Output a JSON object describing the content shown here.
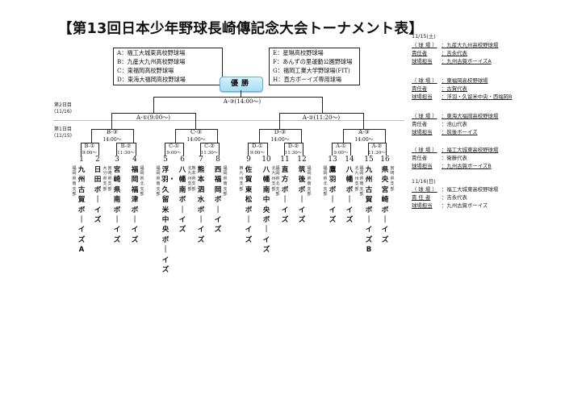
{
  "title": "【第13回日本少年野球長崎傳記念大会トーナメント表】",
  "venues_left": [
    "A：福工大城東高校野球場",
    "B：九産大九州高校野球場",
    "C：東福岡高校野球場",
    "D：東海大福岡高校野球場"
  ],
  "venues_right": [
    "E：星琳高校野球場",
    "F：あんずの里運動公園野球場",
    "G：福岡工業大学野球場(FIT)",
    "H：直方ボーイズ専用球場"
  ],
  "champion_label": "優勝",
  "days": {
    "day2": {
      "label": "第2日目",
      "date": "(11/16)"
    },
    "day1": {
      "label": "第1日目",
      "date": "(11/15)"
    }
  },
  "bracket": {
    "final": "A-③(14:00〜)",
    "semis": [
      "A-①(9:00〜)",
      "A-②(11:20〜)"
    ],
    "quarters": [
      {
        "code": "B-③",
        "time": "14:00〜"
      },
      {
        "code": "C-③",
        "time": "14:00〜"
      },
      {
        "code": "D-③",
        "time": "14:00〜"
      },
      {
        "code": "A-③",
        "time": "14:00〜"
      }
    ],
    "round1": [
      {
        "code": "B-①",
        "time": "9:00〜"
      },
      {
        "code": "B-②",
        "time": "11:30〜"
      },
      {
        "code": "C-①",
        "time": "9:00〜"
      },
      {
        "code": "C-②",
        "time": "11:30〜"
      },
      {
        "code": "D-①",
        "time": "9:00〜"
      },
      {
        "code": "D-②",
        "time": "11:30〜"
      },
      {
        "code": "A-①",
        "time": "9:00〜"
      },
      {
        "code": "A-②",
        "time": "11:30〜"
      }
    ]
  },
  "teams": [
    {
      "no": "1",
      "name": "九州古賀ボーイズA",
      "region": "福岡県南支部",
      "region_side": "left"
    },
    {
      "no": "2",
      "name": "日田ボーイズ",
      "region": "大分県支部",
      "region_side": "right"
    },
    {
      "no": "3",
      "name": "宮崎県南ボーイズ",
      "region": "宮崎県支部",
      "region_side": "left"
    },
    {
      "no": "4",
      "name": "福岡福津ボーイズ",
      "region": "福岡県北支部",
      "region_side": "right"
    },
    {
      "no": "5",
      "name": "浮羽・久留米中央ボーイズ",
      "region": "福岡県南支部",
      "region_side": "left"
    },
    {
      "no": "6",
      "name": "八幡南ボーイズ",
      "region": "北九州支部",
      "region_side": "right"
    },
    {
      "no": "7",
      "name": "熊本泗水ボーイズ",
      "region": "熊本県支部",
      "region_side": "left"
    },
    {
      "no": "8",
      "name": "西福岡ボーイズ",
      "region": "福岡県南支部",
      "region_side": "right"
    },
    {
      "no": "9",
      "name": "佐賀東松ボーイズ",
      "region": "西九州支部",
      "region_side": "left"
    },
    {
      "no": "10",
      "name": "八幡南中央ボーイズ",
      "region": "北九州支部",
      "region_side": "right"
    },
    {
      "no": "11",
      "name": "直方ボーイズ",
      "region": "福岡県北支部",
      "region_side": "left"
    },
    {
      "no": "12",
      "name": "筑後ボーイズ",
      "region": "福岡県南支部",
      "region_side": "right"
    },
    {
      "no": "13",
      "name": "鷹羽ボーイズ",
      "region": "福岡県北支部",
      "region_side": "left"
    },
    {
      "no": "14",
      "name": "八幡ボーイズ",
      "region": "北九州支部",
      "region_side": "right"
    },
    {
      "no": "15",
      "name": "九州古賀ボーイズB",
      "region": "福岡県南支部",
      "region_side": "left"
    },
    {
      "no": "16",
      "name": "県央宮崎ボーイズ",
      "region": "宮崎県支部",
      "region_side": "right"
    }
  ],
  "schedule": {
    "day1_date": "11/15(土)",
    "day2_date": "11/16(日)",
    "venue_key": "（ 球 場 ）",
    "manager_key": "責任者",
    "staff_key": "球場担当",
    "day1_blocks": [
      {
        "venue": "：九産大九州高校野球場",
        "manager": "：吉永代表",
        "staff": "：九州古賀ボーイズA"
      },
      {
        "venue": "：東福岡高校野球場",
        "manager": "：古賀代表",
        "staff": "：浮羽・久留米中央・西福岡B"
      },
      {
        "venue": "：東海大福岡高校野球場",
        "manager": "：池山代表",
        "staff": "：筑後ボーイズ"
      },
      {
        "venue": "：福工大城東高校野球場",
        "manager": "：衛藤代表",
        "staff": "：九州古賀ボーイズB"
      }
    ],
    "day2_blocks": [
      {
        "venue": "：福工大城東高校野球場",
        "manager": "：吉永代表",
        "staff": "：九州古賀ボーイズ",
        "manager_key": "責 任 者"
      }
    ]
  }
}
